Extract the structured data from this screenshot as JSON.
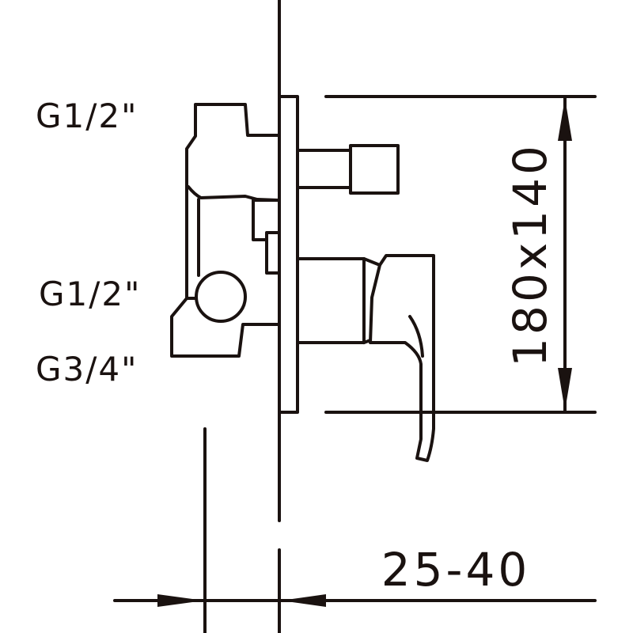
{
  "labels": {
    "inlet_top": "G1/2\"",
    "inlet_mid": "G1/2\"",
    "outlet": "G3/4\""
  },
  "dimensions": {
    "plate_size": "180x140",
    "wall_depth": "25-40"
  },
  "colors": {
    "line": "#1a1210",
    "background": "#ffffff"
  }
}
